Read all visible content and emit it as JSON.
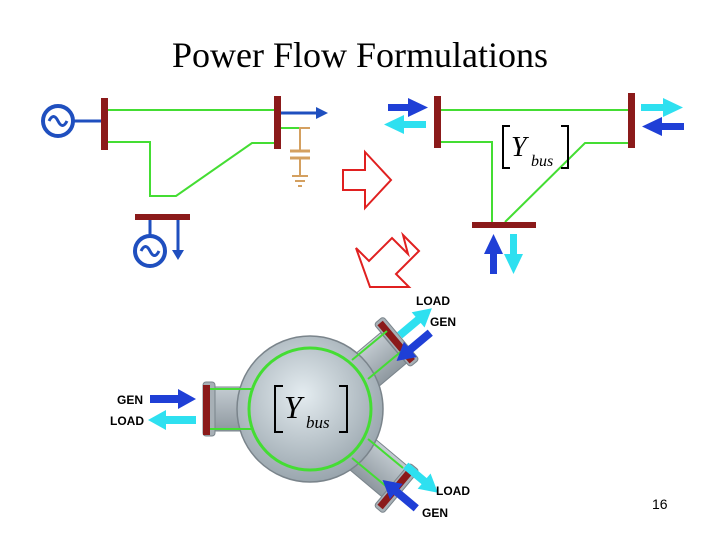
{
  "slide": {
    "title": "Power Flow Formulations",
    "page_number": "16"
  },
  "matrix": {
    "symbol": "Y",
    "subscript": "bus"
  },
  "arrow_labels": {
    "upper_right": {
      "load": "LOAD",
      "gen": "GEN"
    },
    "left": {
      "gen": "GEN",
      "load": "LOAD"
    },
    "lower_right": {
      "load": "LOAD",
      "gen": "GEN"
    }
  },
  "colors": {
    "bus": "#8b1a1a",
    "line": "#44dd33",
    "source": "#1f4fbf",
    "gen_arrow": "#1f3fd6",
    "load_arrow": "#2ee0f0",
    "transform_arrow": "#e02020",
    "capacitor": "#d4a060",
    "hub": "#b8c2c8"
  }
}
